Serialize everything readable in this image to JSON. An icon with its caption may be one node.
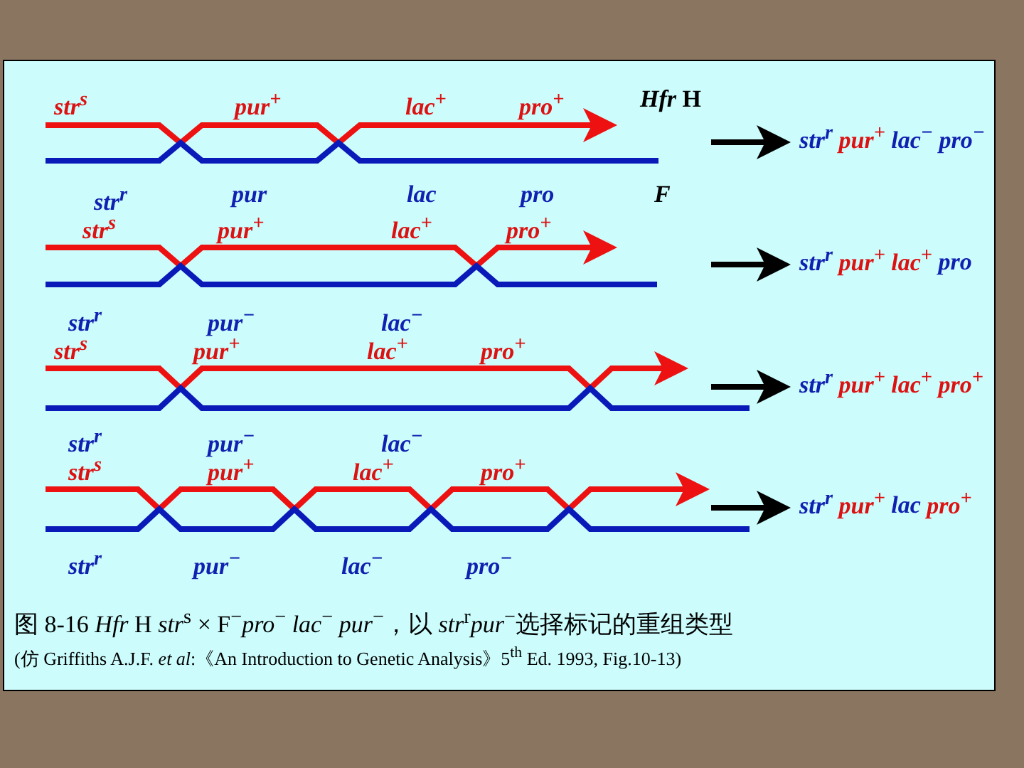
{
  "diagram": {
    "caption": "图 8-16 *Hfr* H *str*$^{s}$ × F$^{−}$*pro*$^{−}$ *lac*$^{−}$ *pur*$^{−}$，以 *str*$^{r}$*pur*$^{−}$选择标记的重组类型",
    "nodes": [
      {
        "text": [
          "str$^{r}$ pur$^{+}$ lac$^{−}$ pro$^{−}$"
        ]
      },
      {
        "text": [
          "str$^{r}$ pur$^{+}$ lac$^{+}$ pro"
        ]
      },
      {
        "text": [
          "str$^{r}$ pur$^{+}$ lac$^{+}$ pro$^{+}$"
        ]
      },
      {
        "text": [
          "str$^{r}$ pur$^{+}$ lac pro$^{+}$"
        ]
      }
    ],
    "edges": [
      {
        "from": null,
        "to": 0,
        "arrow": "to"
      },
      {
        "from": null,
        "to": 1,
        "arrow": "to"
      },
      {
        "from": null,
        "to": 2,
        "arrow": "to"
      },
      {
        "from": null,
        "to": 3,
        "arrow": "to"
      }
    ],
    "labels": [
      "str$^{s}$",
      "pur$^{+}$",
      "lac$^{+}$",
      "pro$^{+}$",
      "*Hfr* H",
      "str$^{r}$",
      "pur",
      "lac",
      "pro",
      "F",
      "str$^{s}$",
      "pur$^{+}$",
      "lac$^{+}$",
      "pro$^{+}$",
      "str$^{r}$",
      "pur$^{−}$",
      "lac$^{−}$",
      "str$^{s}$",
      "pur$^{+}$",
      "lac$^{+}$",
      "pro$^{+}$",
      "str$^{r}$",
      "pur$^{−}$",
      "lac$^{−}$",
      "str$^{s}$",
      "pur$^{+}$",
      "lac$^{+}$",
      "pro$^{+}$",
      "str$^{r}$",
      "pur$^{−}$",
      "lac$^{−}$",
      "pro$^{−}$",
      "(仿 Griffiths A.J.F. *et al*:《An Introduction to Genetic Analysis》5$^{th}$ Ed. 1993, Fig.10-13)"
    ]
  }
}
